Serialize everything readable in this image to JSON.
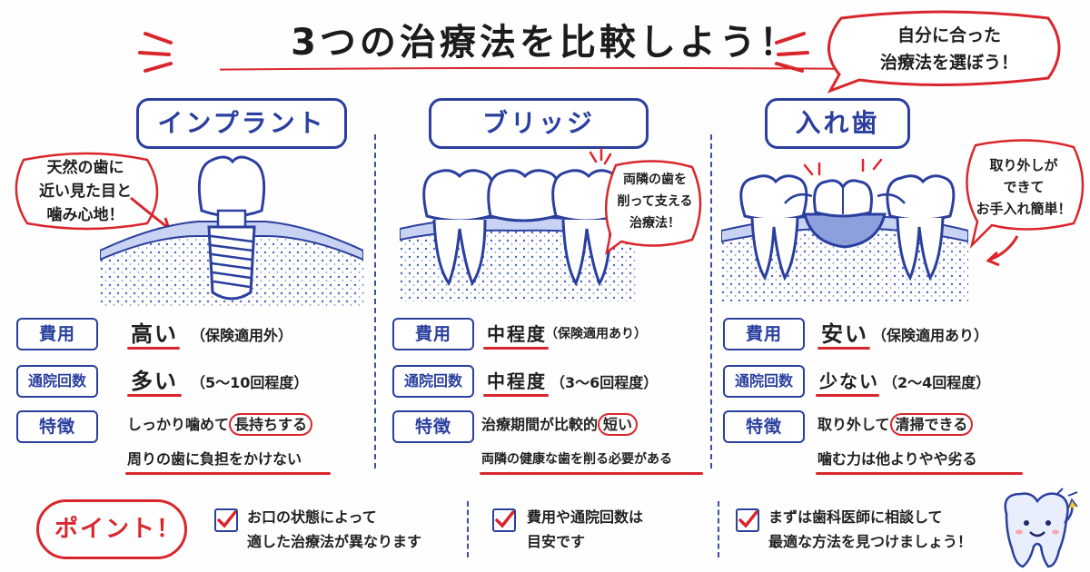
{
  "title": "3つの治療法を比較しよう！",
  "callout_main": [
    "自分に合った",
    "治療法を選ぼう！"
  ],
  "columns": [
    {
      "title": "インプラント",
      "note": [
        "天然の歯に",
        "近い見た目と",
        "噛み心地！"
      ],
      "cost_label": "費用",
      "cost_main": "高い",
      "cost_sub": "（保険適用外）",
      "visits_label": "通院回数",
      "visits_main": "多い",
      "visits_sub": "（5〜10回程度）",
      "feature_label": "特徴",
      "feature_line1_pre": "しっかり噛めて",
      "feature_line1_circled": "長持ちする",
      "feature_line2": "周りの歯に負担をかけない"
    },
    {
      "title": "ブリッジ",
      "note": [
        "両隣の歯を",
        "削って支える",
        "治療法！"
      ],
      "cost_label": "費用",
      "cost_main": "中程度",
      "cost_sub": "（保険適用あり）",
      "visits_label": "通院回数",
      "visits_main": "中程度",
      "visits_sub": "（3〜6回程度）",
      "feature_label": "特徴",
      "feature_line1_pre": "治療期間が比較的",
      "feature_line1_circled": "短い",
      "feature_line2": "両隣の健康な歯を削る必要がある"
    },
    {
      "title": "入れ歯",
      "note": [
        "取り外しが",
        "できて",
        "お手入れ簡単！"
      ],
      "cost_label": "費用",
      "cost_main": "安い",
      "cost_sub": "（保険適用あり）",
      "visits_label": "通院回数",
      "visits_main": "少ない",
      "visits_sub": "（2〜4回程度）",
      "feature_label": "特徴",
      "feature_line1_pre": "取り外して",
      "feature_line1_circled": "清掃できる",
      "feature_line2": "噛む力は他よりやや劣る"
    }
  ],
  "point": {
    "label": "ポイント！",
    "items": [
      [
        "お口の状態によって",
        "適した治療法が異なります"
      ],
      [
        "費用や通院回数は",
        "目安です"
      ],
      [
        "まずは歯科医師に相談して",
        "最適な方法を見つけましょう！"
      ]
    ]
  },
  "colors": {
    "blue": "#2a3f9e",
    "red": "#d9262c",
    "dot_blue": "#5068c0"
  }
}
